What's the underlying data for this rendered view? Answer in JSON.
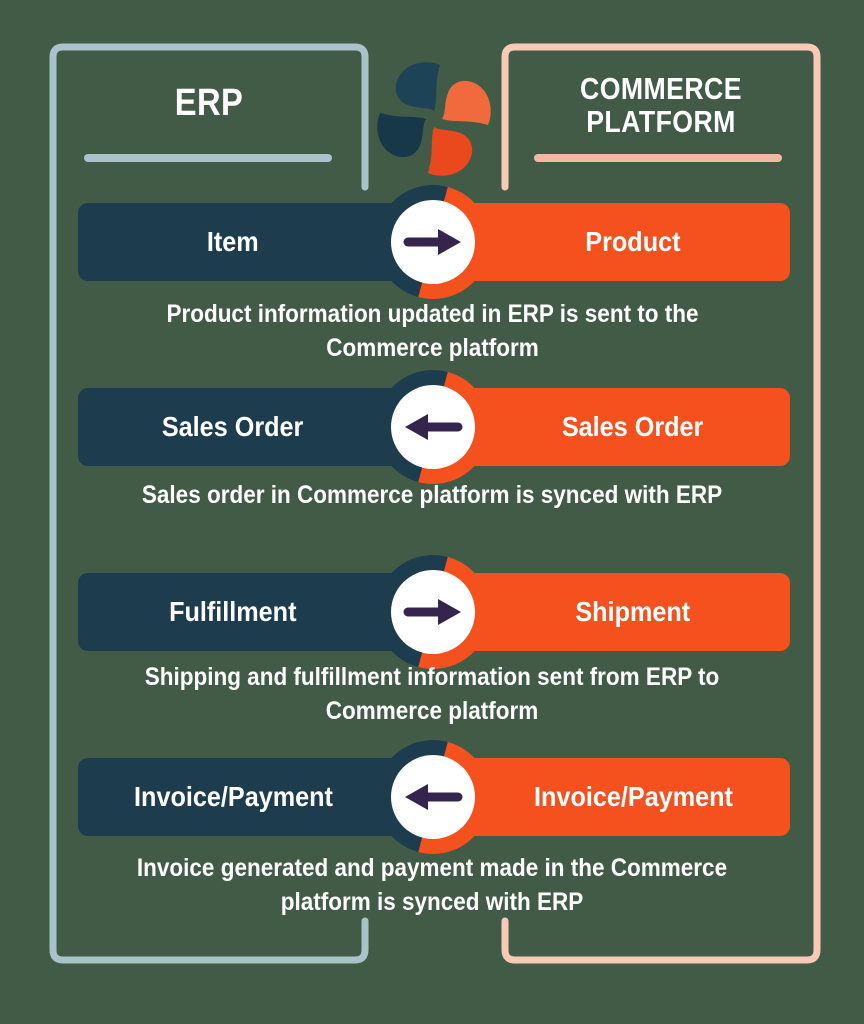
{
  "colors": {
    "bg": "#425b47",
    "teal": "#1d3c4d",
    "orange": "#f4511e",
    "steel": "#a9c3cb",
    "steel-line": "#a9c3cb",
    "peach": "#f9c9b8",
    "peach-line": "#f2b8a4",
    "arrow": "#35244d",
    "logo-teal": "#1c4356",
    "logo-teal-dark": "#163849",
    "logo-orange": "#f06a3e",
    "logo-orange-dark": "#ea481d"
  },
  "header": {
    "left_title": "ERP",
    "right_title": "COMMERCE PLATFORM"
  },
  "rows": [
    {
      "left": "Item",
      "right": "Product",
      "direction": "right",
      "caption": "Product information updated in ERP is sent to the Commerce platform"
    },
    {
      "left": "Sales Order",
      "right": "Sales Order",
      "direction": "left",
      "caption": "Sales order in Commerce platform is synced with ERP"
    },
    {
      "left": "Fulfillment",
      "right": "Shipment",
      "direction": "right",
      "caption": "Shipping and fulfillment information sent from ERP to Commerce platform"
    },
    {
      "left": "Invoice/Payment",
      "right": "Invoice/Payment",
      "direction": "left",
      "caption": "Invoice generated and payment made in the Commerce platform is synced with ERP"
    }
  ]
}
